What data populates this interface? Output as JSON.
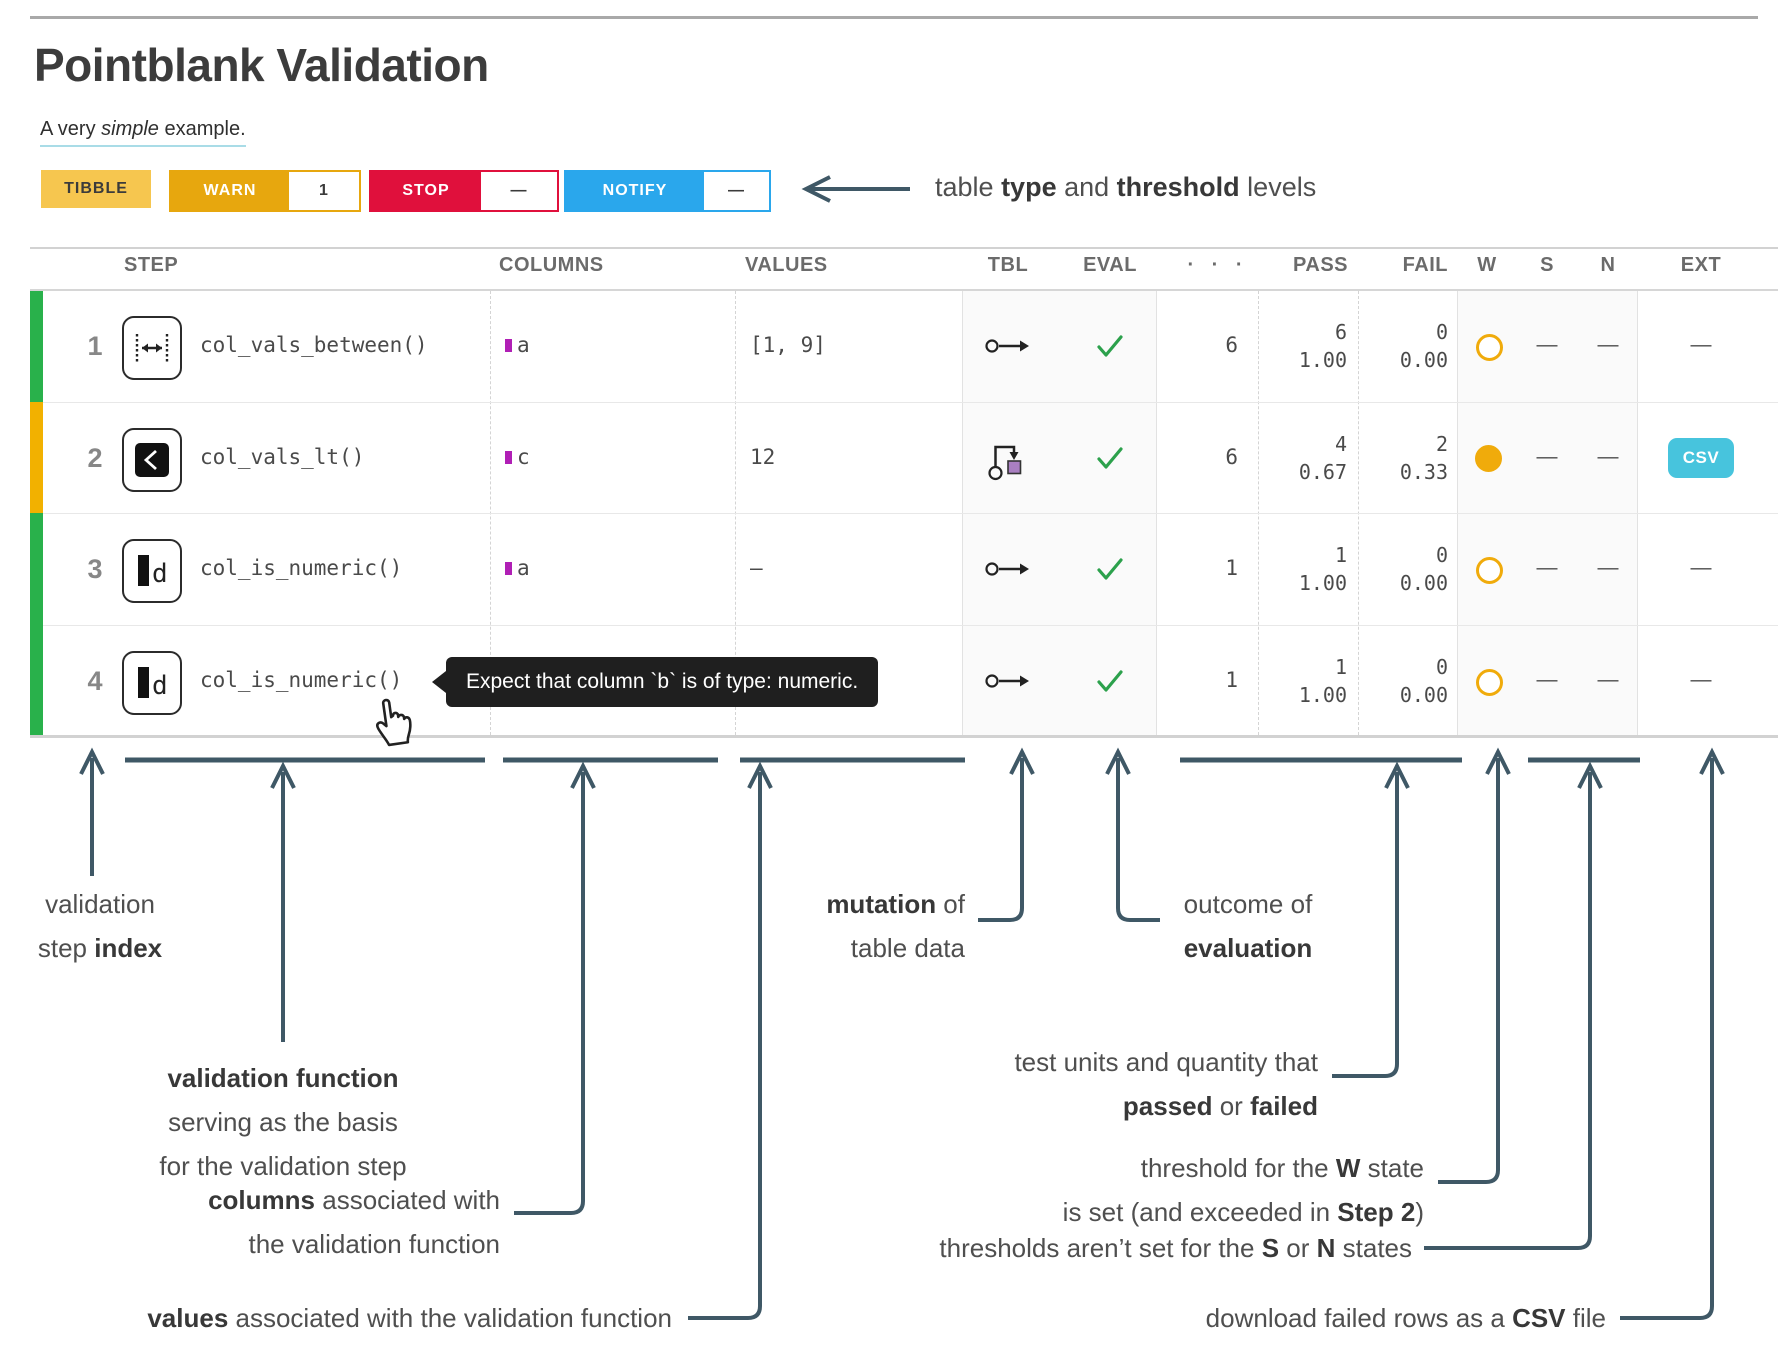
{
  "header": {
    "title": "Pointblank Validation",
    "subtitle": {
      "pre": "A very ",
      "italic": "simple",
      "post": " example."
    }
  },
  "badges": {
    "tibble": "TIBBLE",
    "warn_label": "WARN",
    "warn_value": "1",
    "stop_label": "STOP",
    "stop_value": "—",
    "notify_label": "NOTIFY",
    "notify_value": "—"
  },
  "top_annotation": {
    "p1": "table ",
    "b1": "type",
    "p2": " and ",
    "b2": "threshold",
    "p3": " levels"
  },
  "table": {
    "headers": {
      "step": "STEP",
      "columns": "COLUMNS",
      "values": "VALUES",
      "tbl": "TBL",
      "eval": "EVAL",
      "dots": "· · ·",
      "pass": "PASS",
      "fail": "FAIL",
      "w": "W",
      "s": "S",
      "n": "N",
      "ext": "EXT"
    },
    "rows": [
      {
        "index": "1",
        "status": "green",
        "step_icon": "between-icon",
        "fn": "col_vals_between()",
        "column": "a",
        "values": "[1, 9]",
        "tbl_icon": "no-mutation-icon",
        "eval_icon": "check-icon",
        "units": "6",
        "pass_n": "6",
        "pass_frac": "1.00",
        "fail_n": "0",
        "fail_frac": "0.00",
        "w_icon": "open-circle",
        "s": "—",
        "n": "—",
        "ext": "—"
      },
      {
        "index": "2",
        "status": "amber",
        "step_icon": "less-than-icon",
        "fn": "col_vals_lt()",
        "column": "c",
        "values": "12",
        "tbl_icon": "mutation-icon",
        "eval_icon": "check-icon",
        "units": "6",
        "pass_n": "4",
        "pass_frac": "0.67",
        "fail_n": "2",
        "fail_frac": "0.33",
        "w_icon": "filled-circle",
        "s": "—",
        "n": "—",
        "ext": "CSV"
      },
      {
        "index": "3",
        "status": "green",
        "step_icon": "is-numeric-icon",
        "fn": "col_is_numeric()",
        "column": "a",
        "values": "—",
        "tbl_icon": "no-mutation-icon",
        "eval_icon": "check-icon",
        "units": "1",
        "pass_n": "1",
        "pass_frac": "1.00",
        "fail_n": "0",
        "fail_frac": "0.00",
        "w_icon": "open-circle",
        "s": "—",
        "n": "—",
        "ext": "—"
      },
      {
        "index": "4",
        "status": "green",
        "step_icon": "is-numeric-icon",
        "fn": "col_is_numeric()",
        "column": "",
        "values": "",
        "tbl_icon": "no-mutation-icon",
        "eval_icon": "check-icon",
        "units": "1",
        "pass_n": "1",
        "pass_frac": "1.00",
        "fail_n": "0",
        "fail_frac": "0.00",
        "w_icon": "open-circle",
        "s": "—",
        "n": "—",
        "ext": "—"
      }
    ]
  },
  "tooltip": {
    "text": "Expect that column `b` is of type: numeric."
  },
  "annotations": {
    "index": {
      "l1": "validation",
      "l2_pre": "step ",
      "l2_b": "index"
    },
    "function": {
      "l1_b": "validation function",
      "l2": "serving as the basis",
      "l3": "for the validation step"
    },
    "columns": {
      "l1_b": "columns",
      "l1_post": " associated with",
      "l2": "the validation function"
    },
    "values": {
      "b": "values",
      "post": " associated with the validation function"
    },
    "mutation": {
      "l1_b": "mutation",
      "l1_post": " of",
      "l2": "table data"
    },
    "outcome": {
      "l1": "outcome of",
      "l2_b": "evaluation"
    },
    "testunits": {
      "l1": "test units and quantity that",
      "l2_b1": "passed",
      "l2_mid": " or ",
      "l2_b2": "failed"
    },
    "w_state": {
      "l1_pre": "threshold for the ",
      "l1_b": "W",
      "l1_post": " state",
      "l2_pre": "is set (and exceeded in ",
      "l2_b": "Step 2",
      "l2_post": ")"
    },
    "sn_states": {
      "pre": "thresholds aren’t set for the ",
      "b1": "S",
      "mid": " or ",
      "b2": "N",
      "post": " states"
    },
    "csv": {
      "pre": "download failed rows as a ",
      "b": "CSV",
      "post": " file"
    }
  },
  "colors": {
    "green": "#29b14b",
    "amber": "#f2b100",
    "badge_yellow": "#f6c64f",
    "badge_amber": "#e7a70e",
    "badge_red": "#e0103c",
    "badge_blue": "#2aa7ec",
    "csv_cyan": "#47c4dd",
    "column_magenta": "#b01fb5",
    "w_amber": "#f0ab0b",
    "check_green": "#2ca14c",
    "annotation_slate": "#3f5866",
    "mutation_purple": "#a97fc1"
  }
}
